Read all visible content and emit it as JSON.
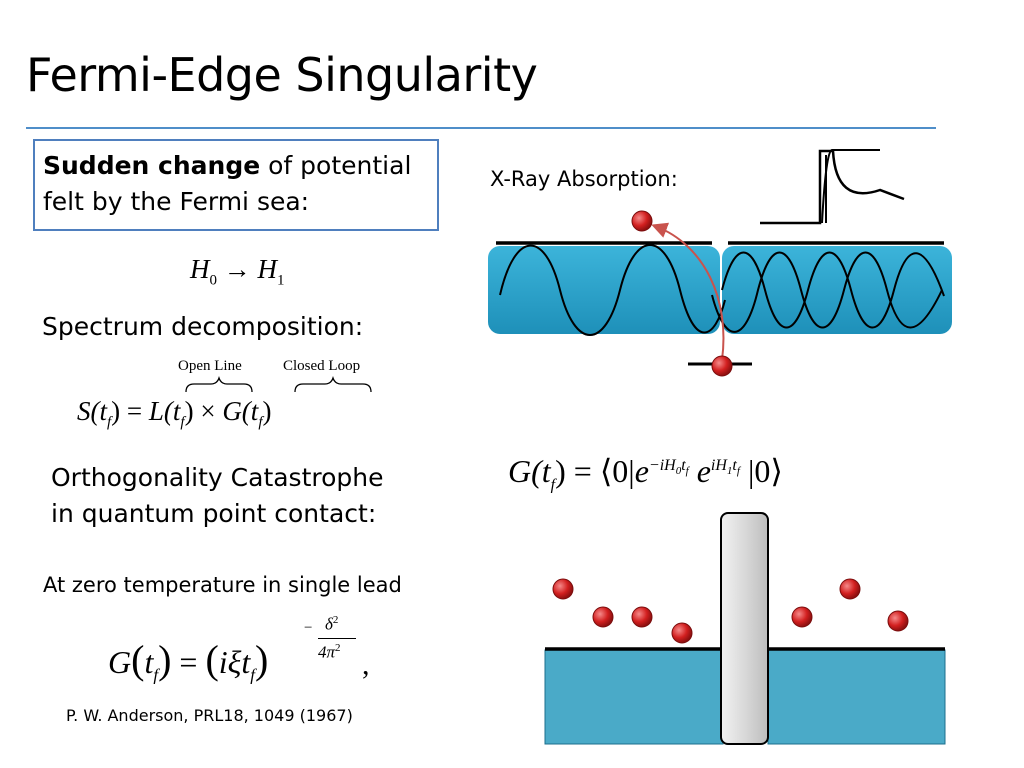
{
  "slide": {
    "title": "Fermi-Edge Singularity",
    "box": {
      "bold_lead": "Sudden change",
      "rest": " of potential felt by the Fermi sea:"
    },
    "hamiltonian": {
      "h0": "H",
      "h0_sub": "0",
      "arrow": "→",
      "h1": "H",
      "h1_sub": "1"
    },
    "spectrum_heading": "Spectrum decomposition:",
    "decomposition": {
      "open_line_label": "Open Line",
      "closed_loop_label": "Closed Loop",
      "lhs": "S(t",
      "sub_f": "f",
      "eq": ") =",
      "L": "L(t",
      "L_close": ")",
      "times": "×",
      "G": "G(t",
      "G_close": ")"
    },
    "orthogonality_heading_line1": "Orthogonality Catastrophe",
    "orthogonality_heading_line2": "in quantum point contact:",
    "zero_temp_text": "At zero temperature in single lead",
    "zero_temp_formula": {
      "G": "G",
      "t": "t",
      "sub_f": "f",
      "eq": "=",
      "i_xi": "iξt",
      "exp_num": "δ",
      "exp_num_sup": "2",
      "exp_minus": "−",
      "exp_den": "4π",
      "exp_den_sup": "2",
      "comma": ","
    },
    "citation": "P. W. Anderson, PRL18, 1049 (1967)",
    "xray_label": "X-Ray Absorption:",
    "overlap_formula": {
      "G": "G(t",
      "sub_f": "f",
      "eq": ") =",
      "bra": "⟨0|",
      "e1": "e",
      "exp1": "−iH",
      "exp1_sub": "0",
      "exp1_t": "t",
      "exp1_tsub": "f",
      "e2": "e",
      "exp2": "iH",
      "exp2_sub": "1",
      "exp2_t": "t",
      "exp2_tsub": "f",
      "ket": "|0⟩"
    },
    "colors": {
      "rule": "#4f8ec9",
      "box_border": "#4f7fbe",
      "band_fill": "#2fa7cf",
      "qpc_fill": "#4aaac8",
      "particle": "#d21f1f",
      "arrow": "#c9534d"
    }
  }
}
